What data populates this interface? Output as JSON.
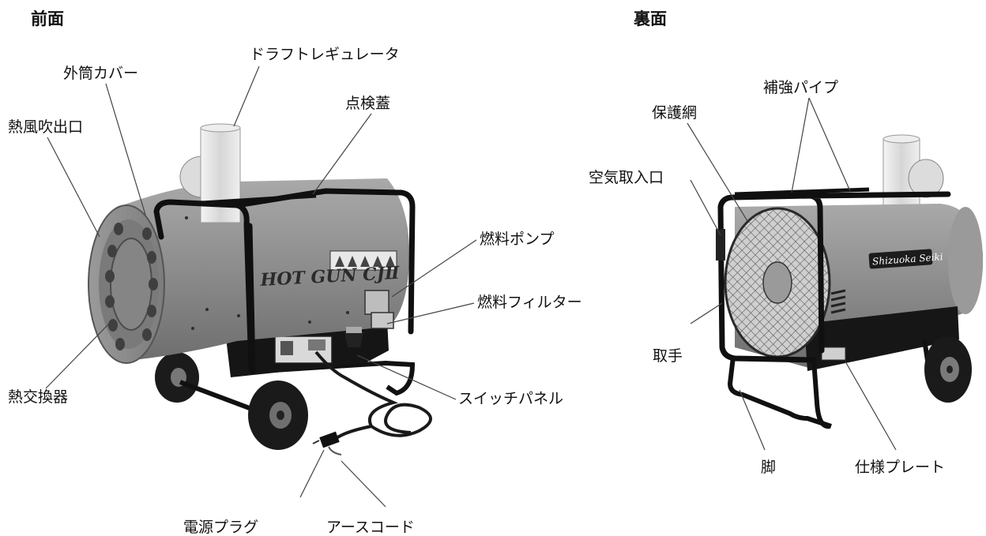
{
  "headings": {
    "front": "前面",
    "back": "裏面"
  },
  "front_labels": {
    "draft_regulator": "ドラフトレギュレータ",
    "outer_cover": "外筒カバー",
    "hot_air_outlet": "熱風吹出口",
    "inspection_lid": "点検蓋",
    "fuel_pump": "燃料ポンプ",
    "fuel_filter": "燃料フィルター",
    "heat_exchanger": "熱交換器",
    "switch_panel": "スイッチパネル",
    "power_plug": "電源プラグ",
    "earth_cord": "アースコード"
  },
  "back_labels": {
    "reinforcement_pipe": "補強パイプ",
    "protective_net": "保護網",
    "air_intake": "空気取入口",
    "handle": "取手",
    "legs": "脚",
    "spec_plate": "仕様プレート"
  },
  "product_marks": {
    "front_logo": "HOT GUN CJⅡ",
    "back_logo": "Shizuoka Seiki"
  },
  "colors": {
    "body": "#8e8e8e",
    "frame": "#111111",
    "leader": "#444444"
  }
}
